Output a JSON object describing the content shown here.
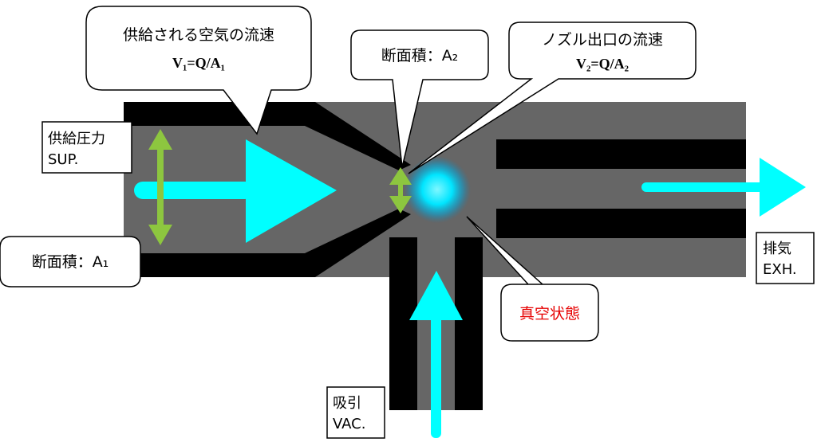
{
  "callouts": {
    "supply_velocity": {
      "line1": "供給される空気の流速",
      "formula": "V₁=Q/A₁"
    },
    "nozzle_area": {
      "label": "断面積：A₂"
    },
    "nozzle_velocity": {
      "line1": "ノズル出口の流速",
      "formula": "V₂=Q/A₂"
    },
    "inlet_area": {
      "label": "断面積：A₁"
    },
    "vacuum_state": {
      "label": "真空状態",
      "color": "#e60000"
    }
  },
  "ports": {
    "supply": {
      "line1": "供給圧力",
      "line2": "SUP."
    },
    "exhaust": {
      "line1": "排気",
      "line2": "EXH."
    },
    "vacuum": {
      "line1": "吸引",
      "line2": "VAC."
    }
  },
  "colors": {
    "body": "#666666",
    "wall": "#000000",
    "flow_arrow": "#00ffff",
    "dimension_arrow": "#8dc63f",
    "glow": "#00e5ff"
  }
}
